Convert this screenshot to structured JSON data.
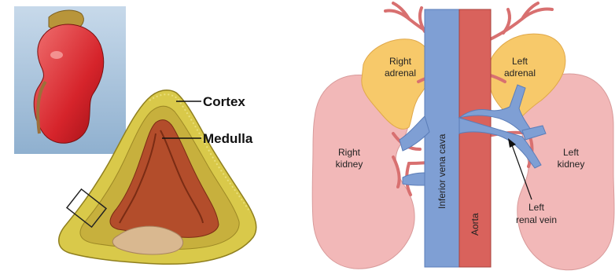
{
  "left_panel": {
    "labels": {
      "cortex": "Cortex",
      "medulla": "Medulla"
    }
  },
  "right_panel": {
    "labels": {
      "right_adrenal_1": "Right",
      "right_adrenal_2": "adrenal",
      "left_adrenal_1": "Left",
      "left_adrenal_2": "adrenal",
      "right_kidney_1": "Right",
      "right_kidney_2": "kidney",
      "left_kidney_1": "Left",
      "left_kidney_2": "kidney",
      "ivc": "Inferior vena cava",
      "aorta": "Aorta",
      "renal_vein_1": "Left",
      "renal_vein_2": "renal vein"
    }
  },
  "colors": {
    "kidney_pink": "#f2b8b8",
    "adrenal_yellow": "#f7c96a",
    "vena_cava_blue": "#7f9fd4",
    "aorta_red": "#d9625c",
    "vessel_red": "#d87070",
    "cortex_yellow": "#d9c94a",
    "medulla_brown": "#b34d2b",
    "inset_bg": "#a9c4dc",
    "kidney_red": "#d6242b"
  }
}
